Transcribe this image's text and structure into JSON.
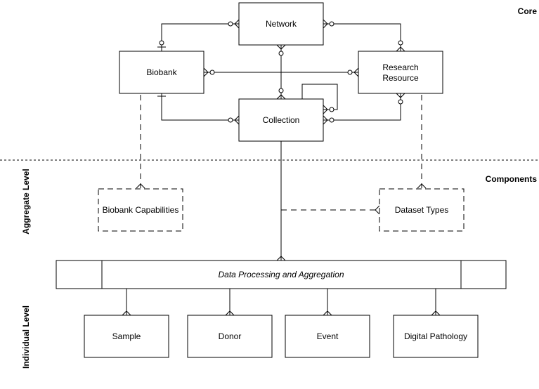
{
  "sections": {
    "core": "Core",
    "components": "Components",
    "aggregate_level": "Aggregate Level",
    "individual_level": "Individual Level"
  },
  "entities": {
    "network": "Network",
    "biobank": "Biobank",
    "research_resource_line1": "Research",
    "research_resource_line2": "Resource",
    "collection": "Collection",
    "biobank_capabilities": "Biobank Capabilities",
    "dataset_types": "Dataset Types",
    "data_processing": "Data Processing and Aggregation",
    "sample": "Sample",
    "donor": "Donor",
    "event": "Event",
    "digital_pathology": "Digital Pathology"
  }
}
